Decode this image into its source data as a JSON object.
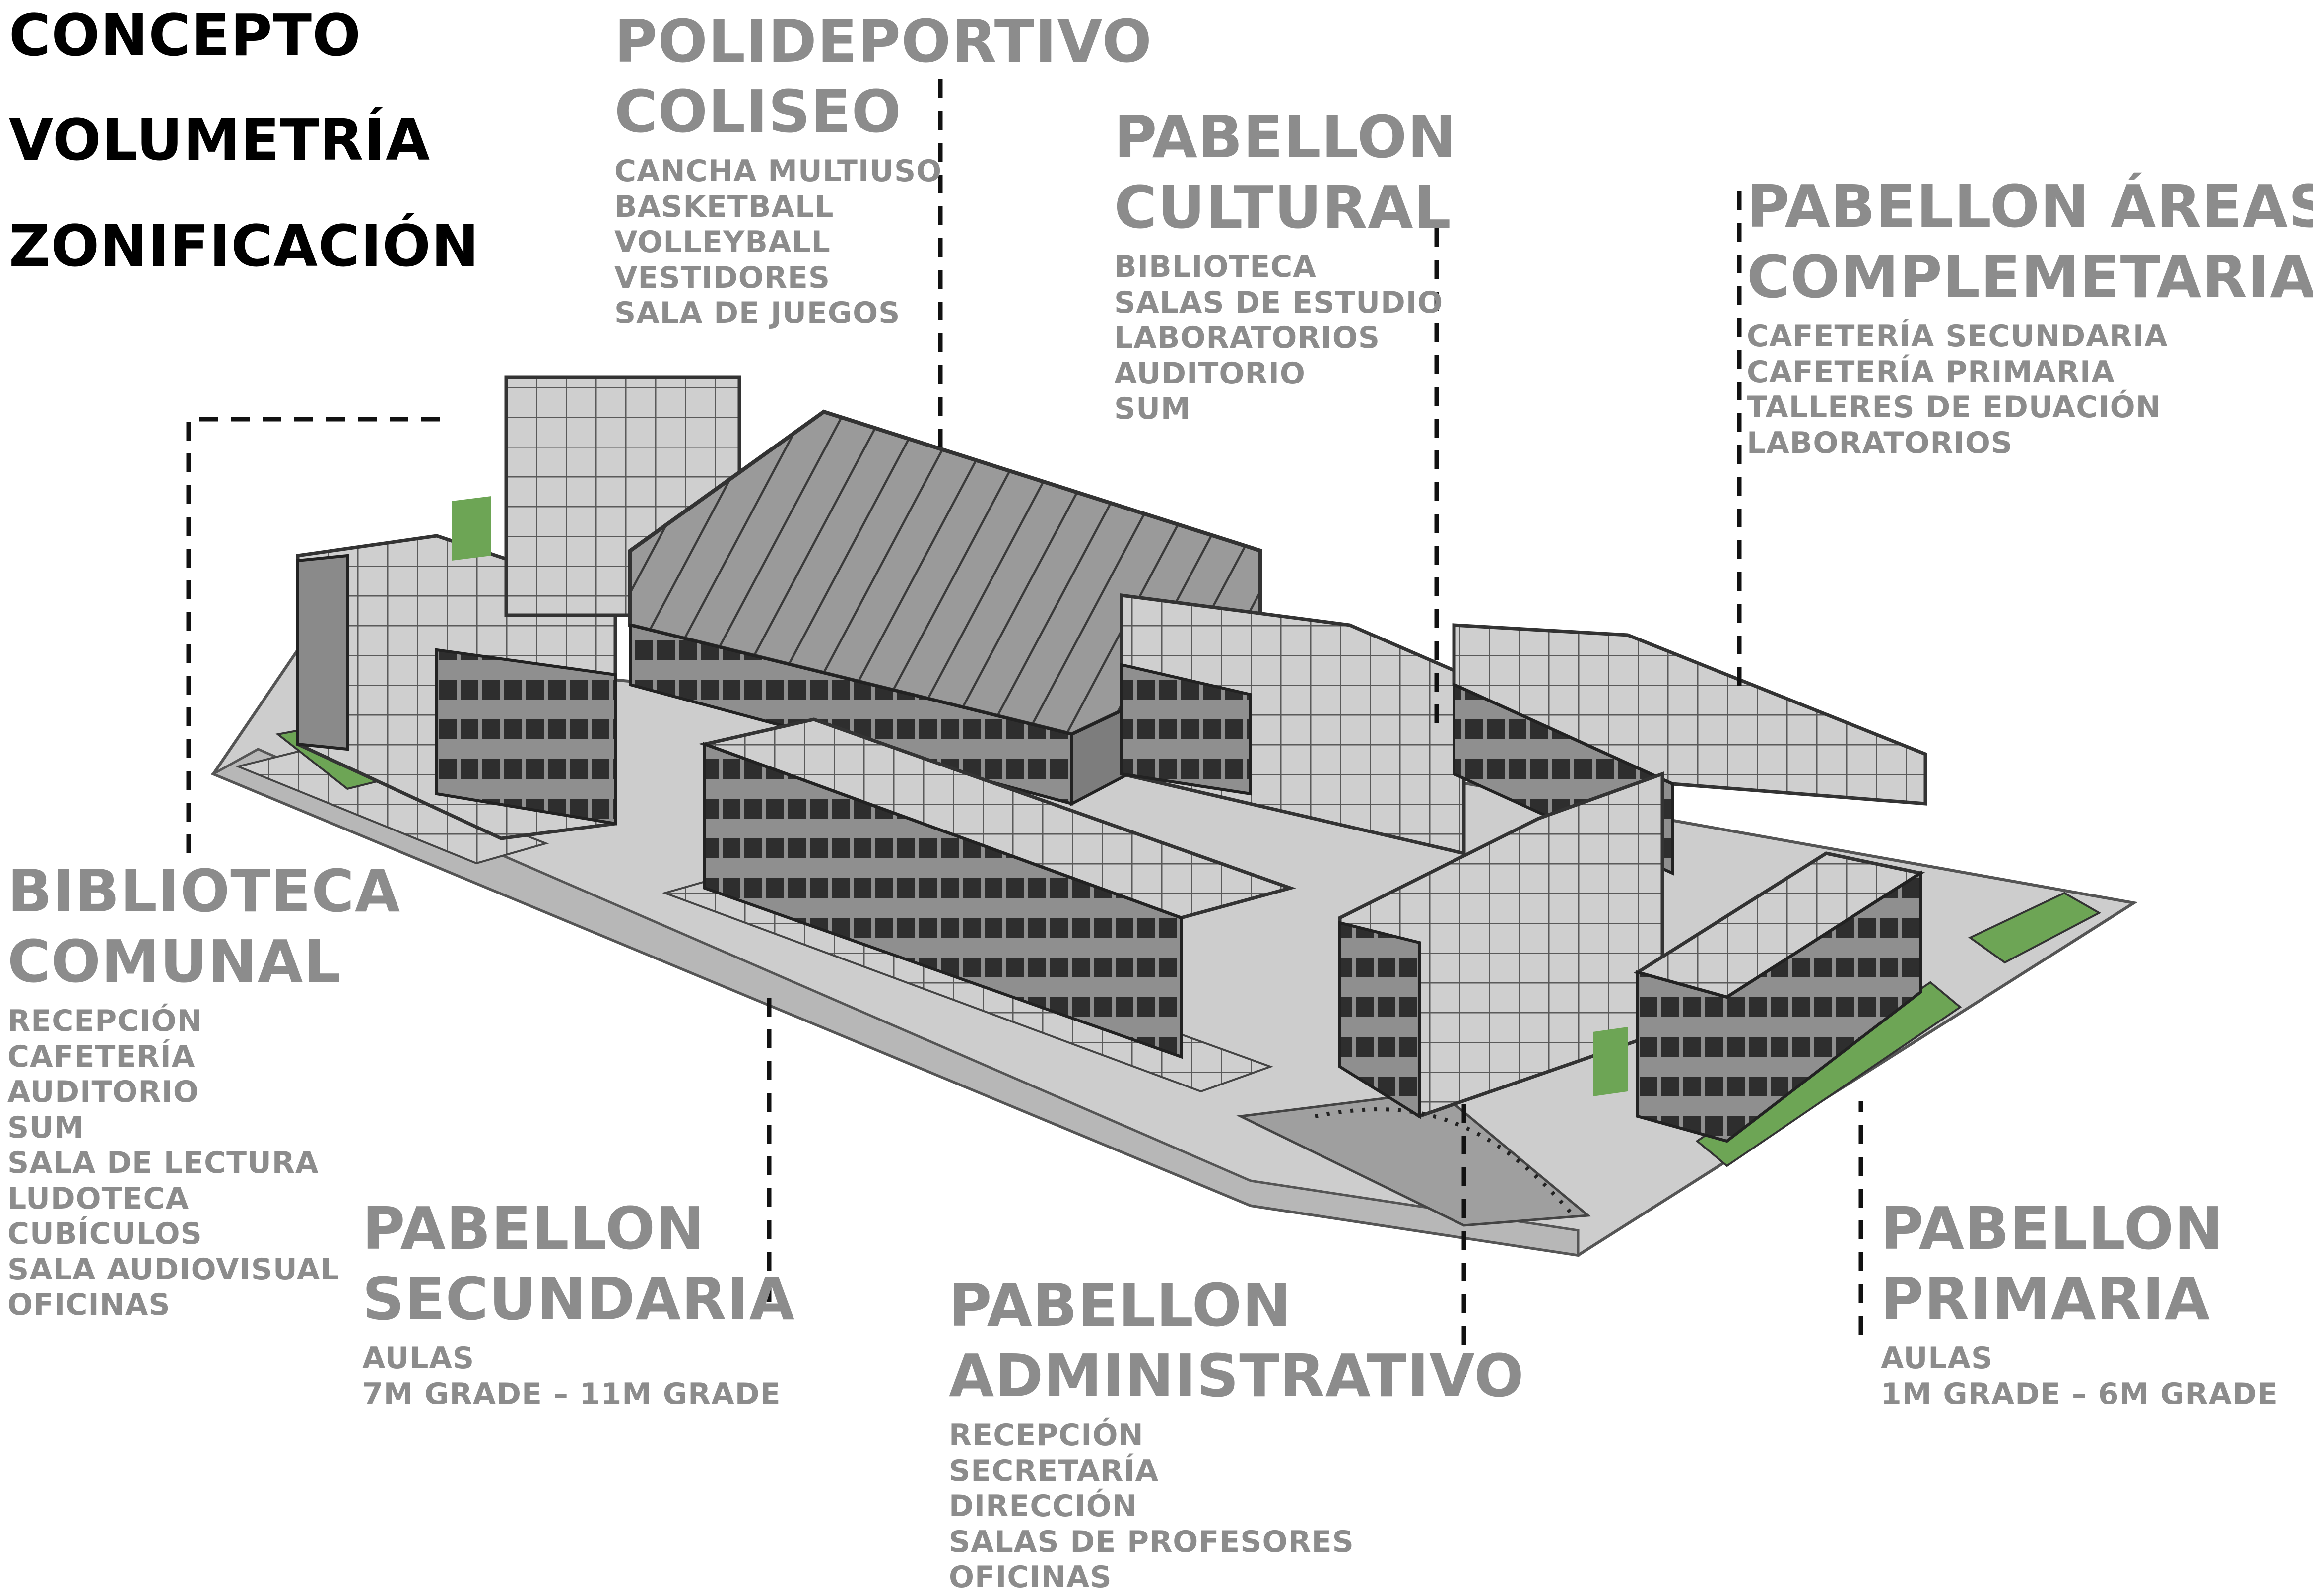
{
  "headings": [
    "CONCEPTO",
    "VOLUMETRÍA",
    "ZONIFICACIÓN"
  ],
  "zones": [
    {
      "id": "polideportivo",
      "title": [
        "POLIDEPORTIVO",
        "COLISEO"
      ],
      "items": [
        "CANCHA MULTIUSO",
        "BASKETBALL",
        "VOLLEYBALL",
        "VESTIDORES",
        "SALA DE JUEGOS"
      ]
    },
    {
      "id": "cultural",
      "title": [
        "PABELLON",
        "CULTURAL"
      ],
      "items": [
        "BIBLIOTECA",
        "SALAS DE ESTUDIO",
        "LABORATORIOS",
        "AUDITORIO",
        "SUM"
      ]
    },
    {
      "id": "complementarias",
      "title": [
        "PABELLON ÁREAS",
        "COMPLEMETARIAS"
      ],
      "items": [
        "CAFETERÍA SECUNDARIA",
        "CAFETERÍA PRIMARIA",
        "TALLERES DE EDUACIÓN",
        "LABORATORIOS"
      ]
    },
    {
      "id": "biblioteca",
      "title": [
        "BIBLIOTECA",
        "COMUNAL"
      ],
      "items": [
        "RECEPCIÓN",
        "CAFETERÍA",
        "AUDITORIO",
        "SUM",
        "SALA DE LECTURA",
        "LUDOTECA",
        "CUBÍCULOS",
        "SALA AUDIOVISUAL",
        "OFICINAS"
      ]
    },
    {
      "id": "secundaria",
      "title": [
        "PABELLON",
        "SECUNDARIA"
      ],
      "items": [
        "AULAS",
        "7M GRADE – 11M GRADE"
      ]
    },
    {
      "id": "administrativo",
      "title": [
        "PABELLON",
        "ADMINISTRATIVO"
      ],
      "items": [
        "RECEPCIÓN",
        "SECRETARÍA",
        "DIRECCIÓN",
        "SALAS DE PROFESORES",
        "OFICINAS"
      ]
    },
    {
      "id": "primaria",
      "title": [
        "PABELLON",
        "PRIMARIA"
      ],
      "items": [
        "AULAS",
        "1M GRADE – 6M GRADE"
      ]
    }
  ],
  "colors": {
    "heading": "#000000",
    "label": "#8c8c8c",
    "glass": "#c9c9c9",
    "green": "#6da555",
    "ground": "#c4c4c4",
    "leader": "#111111"
  }
}
